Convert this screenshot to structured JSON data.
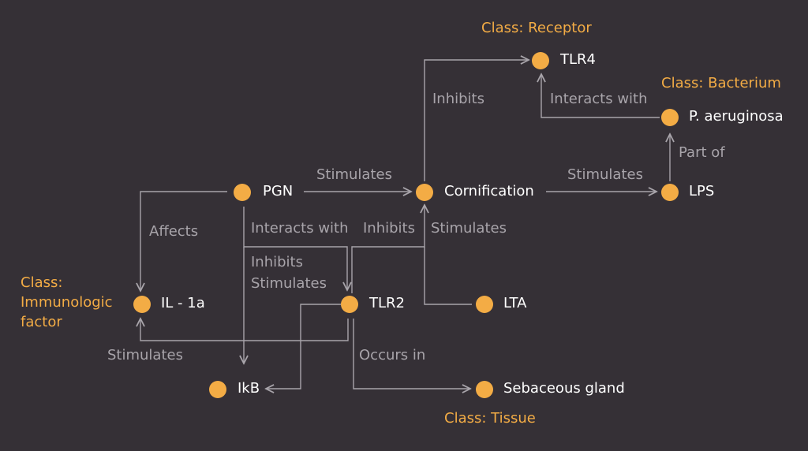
{
  "nodes": {
    "tlr4": "TLR4",
    "p_aeruginosa": "P. aeruginosa",
    "pgn": "PGN",
    "cornification": "Cornification",
    "lps": "LPS",
    "il1a": "IL - 1a",
    "tlr2": "TLR2",
    "lta": "LTA",
    "ikb": "IkB",
    "sebaceous_gland": "Sebaceous gland"
  },
  "classes": {
    "receptor": "Class: Receptor",
    "bacterium": "Class: Bacterium",
    "immunologic": [
      "Class:",
      "Immunologic",
      "factor"
    ],
    "tissue": "Class: Tissue"
  },
  "edges": {
    "cornification_tlr4": "Inhibits",
    "p_aeruginosa_tlr4": "Interacts with",
    "lps_p_aeruginosa": "Part of",
    "pgn_cornification": "Stimulates",
    "cornification_lps": "Stimulates",
    "pgn_il1a": "Affects",
    "pgn_tlr2": "Interacts with",
    "tlr2_cornification": "Inhibits",
    "lta_cornification": "Stimulates",
    "pgn_ikb_inhibits": "Inhibits",
    "pgn_ikb_stimulates": "Stimulates",
    "tlr2_il1a": "Stimulates",
    "tlr2_sebaceous": "Occurs in"
  },
  "colors": {
    "background": "#353036",
    "node": "#f3ac45",
    "edge": "#a8a4aa",
    "node_text": "#ffffff",
    "class_text": "#f3ac45"
  }
}
